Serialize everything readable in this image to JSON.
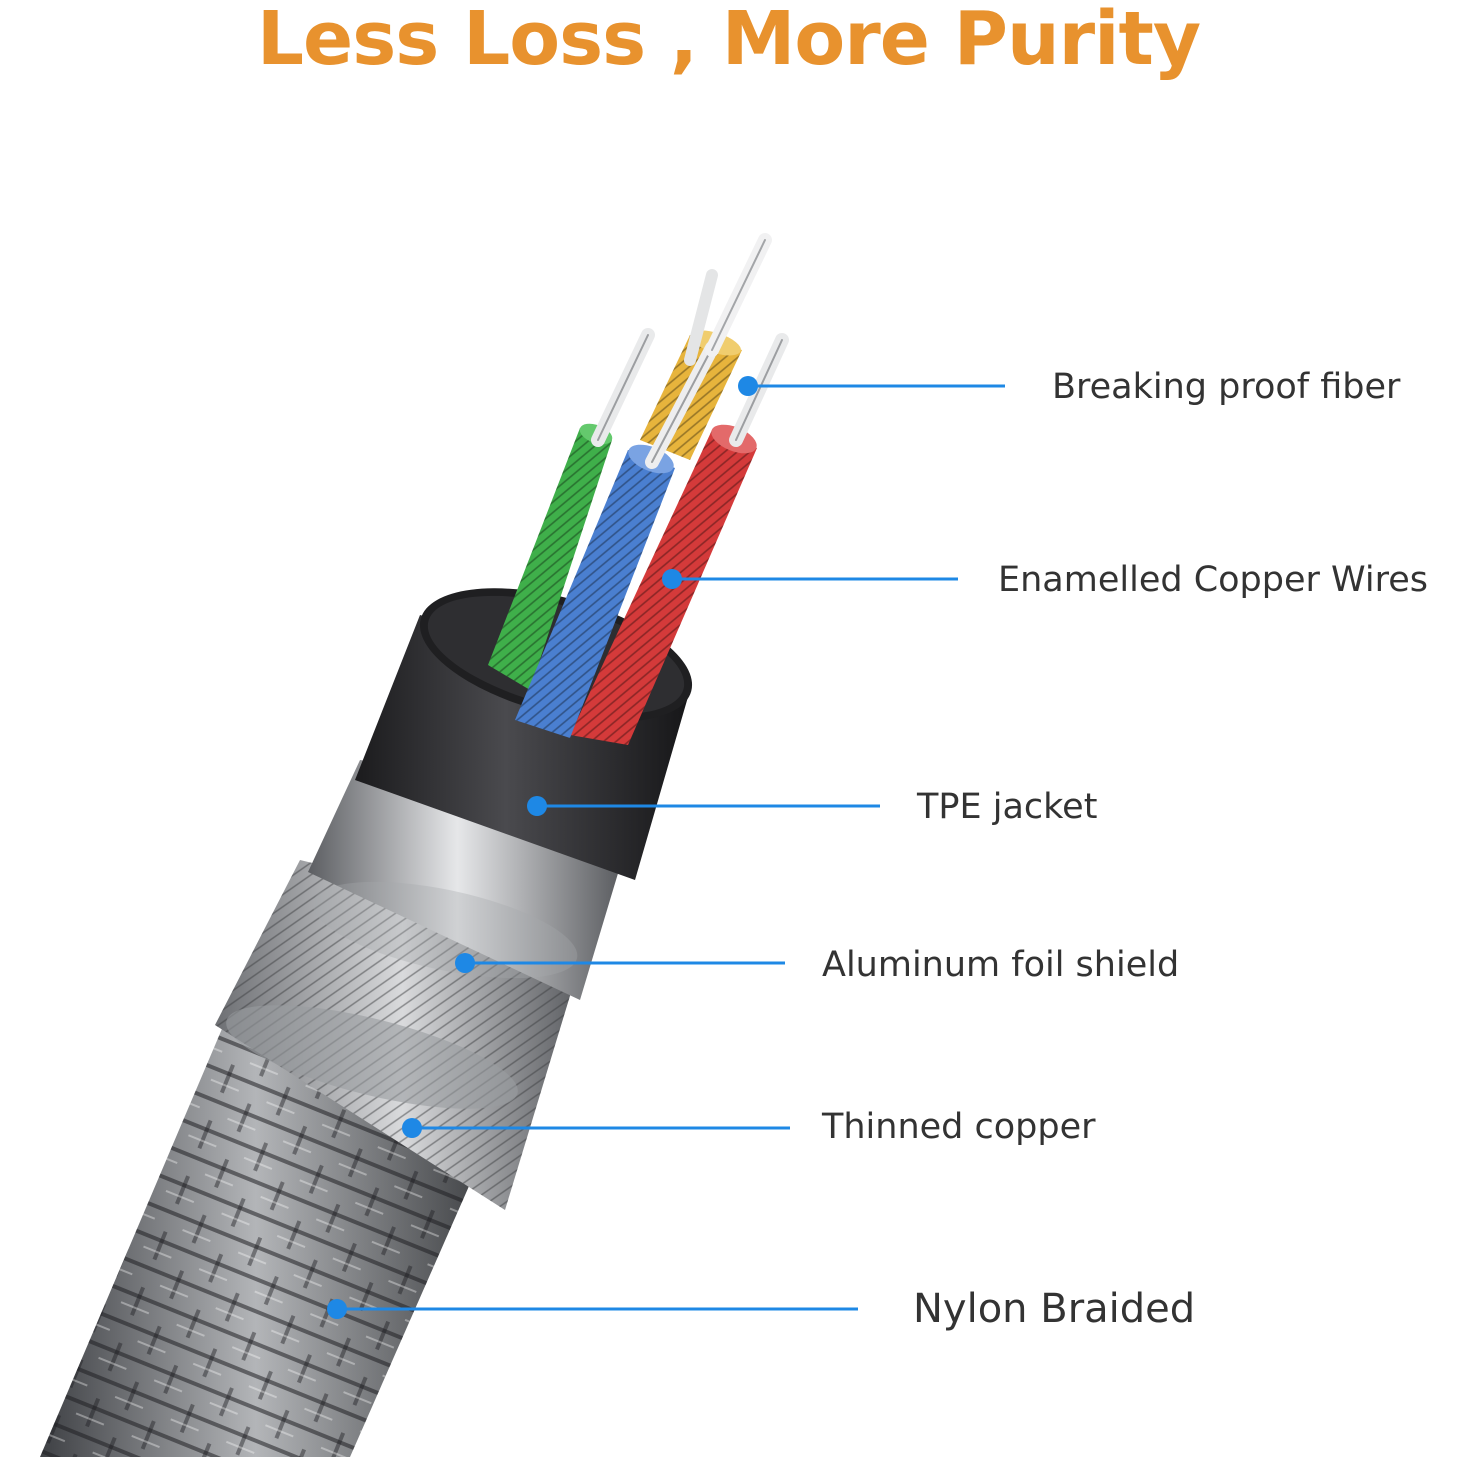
{
  "title": "Less Loss , More Purity",
  "colors": {
    "title": "#E8922E",
    "callout_line": "#1E88E5",
    "label_text": "#333333",
    "wire_green": "#3FAF4A",
    "wire_blue": "#4A7FD0",
    "wire_red": "#D43A3A",
    "wire_yellow": "#E7B43C",
    "jacket": "#2B2B2D",
    "foil": "#B8BABD",
    "braid": "#8A8C90"
  },
  "callouts": [
    {
      "id": "fiber",
      "label": "Breaking proof fiber"
    },
    {
      "id": "copper-wires",
      "label": "Enamelled Copper Wires"
    },
    {
      "id": "tpe-jacket",
      "label": "TPE jacket"
    },
    {
      "id": "foil-shield",
      "label": "Aluminum foil shield"
    },
    {
      "id": "thinned-copper",
      "label": "Thinned copper"
    },
    {
      "id": "nylon-braided",
      "label": "Nylon Braided"
    }
  ]
}
